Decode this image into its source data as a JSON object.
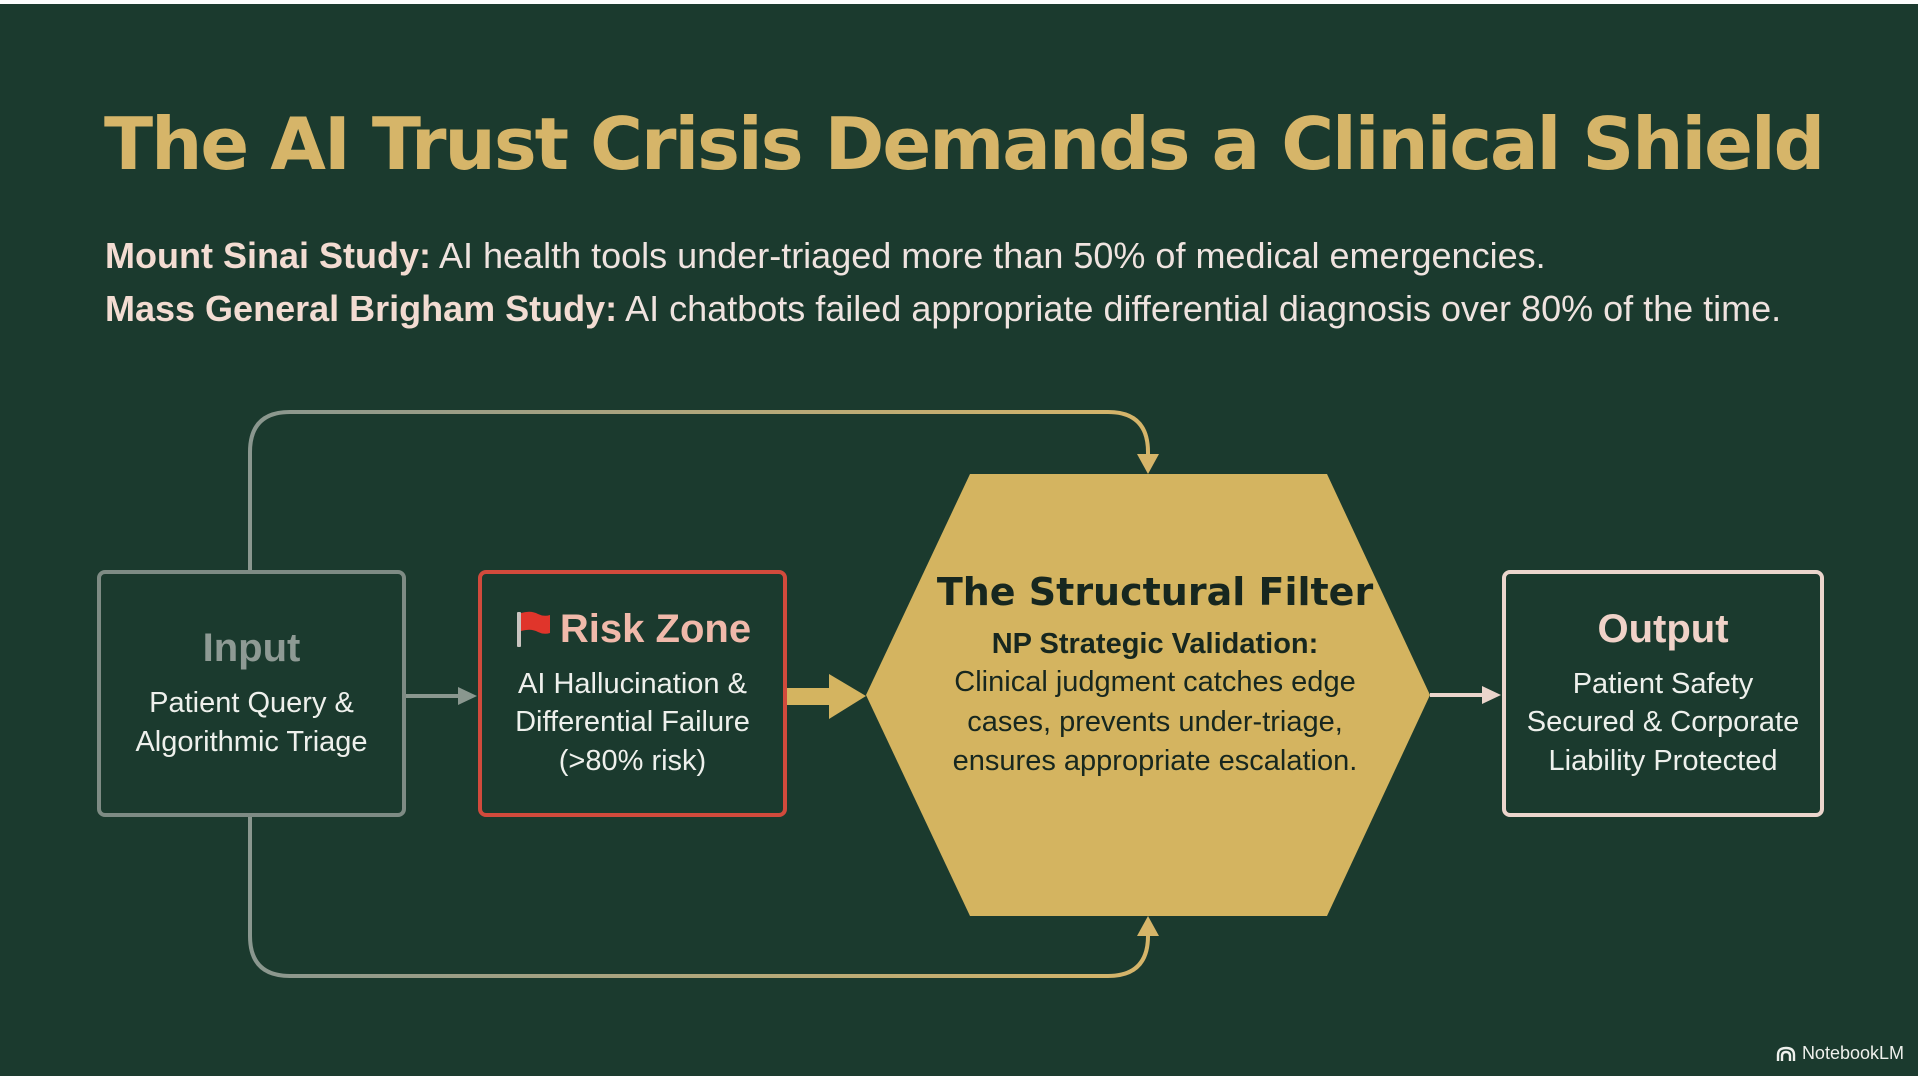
{
  "slide": {
    "title": "The AI Trust Crisis Demands a Clinical Shield",
    "studies": [
      {
        "source": "Mount Sinai Study:",
        "finding": " AI health tools under-triaged more than 50% of medical emergencies."
      },
      {
        "source": "Mass General Brigham Study:",
        "finding": " AI chatbots failed appropriate differential diagnosis over 80% of the time."
      }
    ]
  },
  "diagram": {
    "input": {
      "title": "Input",
      "lines": [
        "Patient Query &",
        "Algorithmic Triage"
      ]
    },
    "risk_zone": {
      "icon": "red-flag-icon",
      "title": "Risk Zone",
      "lines": [
        "AI Hallucination &",
        "Differential Failure",
        "(>80% risk)"
      ]
    },
    "filter": {
      "title": "The Structural Filter",
      "subtitle": "NP Strategic Validation:",
      "lines": [
        "Clinical judgment catches edge",
        "cases, prevents under-triage,",
        "ensures appropriate escalation."
      ]
    },
    "output": {
      "title": "Output",
      "lines": [
        "Patient Safety",
        "Secured & Corporate",
        "Liability Protected"
      ]
    }
  },
  "colors": {
    "background": "#1b3a2e",
    "title_gold": "#d6b569",
    "hexagon_gold": "#d4b460",
    "risk_red": "#d24a3c",
    "input_gray": "#7e8b84",
    "output_cream": "#ebd5cc"
  },
  "branding": {
    "icon": "notebooklm-icon",
    "label": "NotebookLM"
  }
}
